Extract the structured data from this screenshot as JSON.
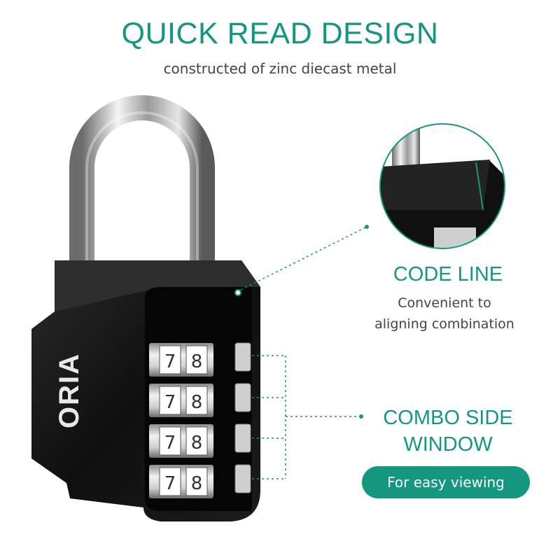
{
  "header": {
    "title": "QUICK READ DESIGN",
    "subtitle": "constructed of zinc diecast metal"
  },
  "callouts": {
    "code_line": {
      "title": "CODE LINE",
      "line1": "Convenient to",
      "line2": "aligning combination"
    },
    "combo_window": {
      "line1": "COMBO SIDE",
      "line2": "WINDOW",
      "pill": "For easy viewing"
    }
  },
  "lock": {
    "brand": "ORIA",
    "wheels": [
      {
        "left": "7",
        "right": "8"
      },
      {
        "left": "7",
        "right": "8"
      },
      {
        "left": "7",
        "right": "8"
      },
      {
        "left": "7",
        "right": "8"
      }
    ]
  },
  "colors": {
    "accent": "#14967f",
    "lock_body": "#151515",
    "text": "#444444"
  }
}
